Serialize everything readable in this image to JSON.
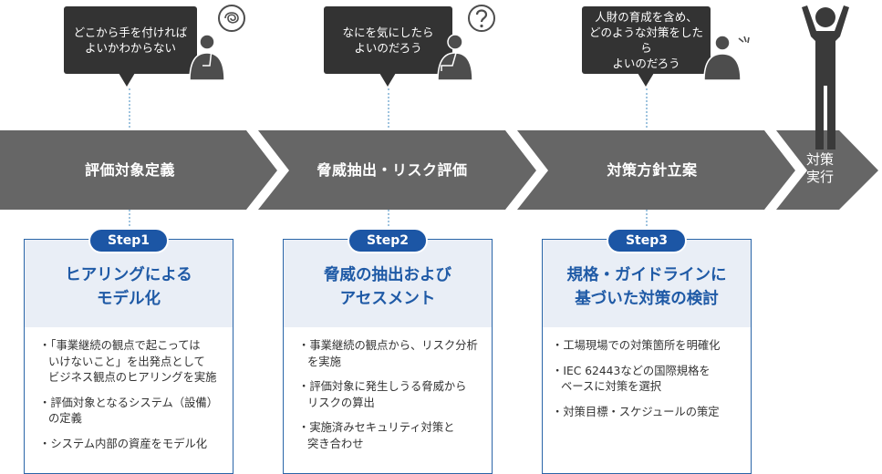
{
  "bubbles": [
    {
      "text": "どこから手を付ければ\nよいかわからない"
    },
    {
      "text": "なにを気にしたら\nよいのだろう"
    },
    {
      "text": "人財の育成を含め、\nどのような対策をしたら\nよいのだろう"
    }
  ],
  "thought_icons": {
    "first": "tangled-thought-icon",
    "second": "question-mark-icon",
    "third": "worry-marks-icon"
  },
  "stages": [
    {
      "label": "評価対象定義"
    },
    {
      "label": "脅威抽出・リスク評価"
    },
    {
      "label": "対策方針立案"
    }
  ],
  "final_stage": {
    "label": "対策\n実行"
  },
  "steps": [
    {
      "badge": "Step1",
      "title": "ヒアリングによる\nモデル化",
      "items": [
        "「事業継続の観点で起こっては\nいけないこと」を出発点として\nビジネス観点のヒアリングを実施",
        "評価対象となるシステム（設備）\nの定義",
        "システム内部の資産をモデル化"
      ]
    },
    {
      "badge": "Step2",
      "title": "脅威の抽出および\nアセスメント",
      "items": [
        "事業継続の観点から、リスク分析\nを実施",
        "評価対象に発生しうる脅威から\nリスクの算出",
        "実施済みセキュリティ対策と\n突き合わせ"
      ]
    },
    {
      "badge": "Step3",
      "title": "規格・ガイドラインに\n基づいた対策の検討",
      "items": [
        "工場現場での対策箇所を明確化",
        "IEC 62443などの国際規格を\nベースに対策を選択",
        "対策目標・スケジュールの策定"
      ]
    }
  ],
  "colors": {
    "arrow": "#666666",
    "arrow_dark": "#555555",
    "accent": "#1c56a5",
    "card_head_bg": "#e9eef6",
    "bubble": "#333333"
  }
}
